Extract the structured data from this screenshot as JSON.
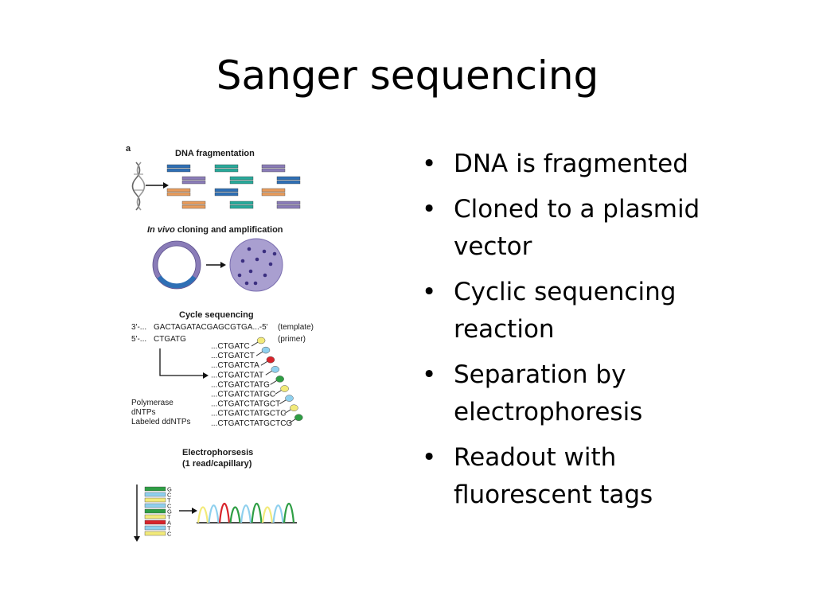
{
  "slide": {
    "title": "Sanger sequencing",
    "bullets": [
      "DNA is fragmented",
      "Cloned to a plasmid vector",
      "Cyclic sequencing reaction",
      "Separation by electrophoresis",
      "Readout with fluorescent tags"
    ]
  },
  "figure": {
    "panel_letter": "a",
    "fragmentation_label": "DNA fragmentation",
    "cloning_label_italic": "In vivo",
    "cloning_label_rest": " cloning and amplification",
    "cycle_label": "Cycle sequencing",
    "template_prefix": "3'-...",
    "template_seq": "GACTAGATACGAGCGTGA...-5'",
    "template_tag": "(template)",
    "primer_prefix": "5'-...",
    "primer_seq": "CTGATG",
    "primer_tag": "(primer)",
    "extension_products": [
      "...CTGATC",
      "...CTGATCT",
      "...CTGATCTA",
      "...CTGATCTAT",
      "...CTGATCTATG",
      "...CTGATCTATGC",
      "...CTGATCTATGCT",
      "...CTGATCTATGCTC",
      "...CTGATCTATGCTCG"
    ],
    "reagents": [
      "Polymerase",
      "dNTPs",
      "Labeled ddNTPs"
    ],
    "electro_label_1": "Electrophorsesis",
    "electro_label_2": "(1 read/capillary)",
    "gel_letters": "GCTCGTATC",
    "colors": {
      "blue": "#2e6fb5",
      "teal": "#27a99a",
      "purple": "#8a7cb8",
      "orange": "#e89c5c",
      "yellow": "#f2ea7a",
      "lightblue": "#8fd0ee",
      "red": "#d8232a",
      "green": "#2e9e44"
    }
  }
}
